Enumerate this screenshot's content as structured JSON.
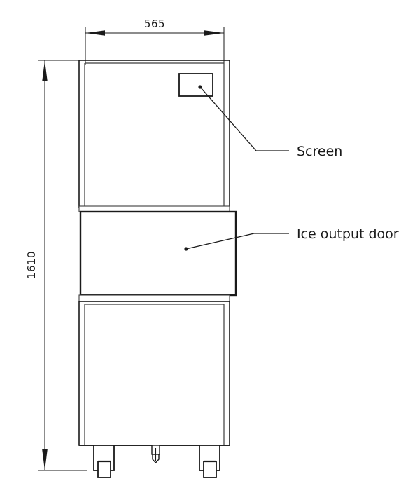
{
  "drawing": {
    "type": "technical-elevation",
    "title": "Ice machine front elevation",
    "dimensions": {
      "width": {
        "value": "565",
        "unit_implied": "mm",
        "orientation": "horizontal",
        "name": "overall-width"
      },
      "height": {
        "value": "1610",
        "unit_implied": "mm",
        "orientation": "vertical-rotated",
        "name": "overall-height"
      }
    },
    "callouts": [
      {
        "label": "Screen",
        "target": "control-display-panel"
      },
      {
        "label": "Ice output door",
        "target": "ice-dispense-door"
      }
    ],
    "components": {
      "top_panel": "upper-cabinet-panel",
      "middle_panel": "ice-output-door-panel",
      "bottom_panel": "lower-cabinet-panel",
      "screen": "screen-rectangle",
      "legs": [
        "left-leg",
        "right-leg"
      ],
      "drain": "center-drain-fitting"
    },
    "colors": {
      "line": "#1a1a1a",
      "thin_line": "#3c3c3c",
      "background": "#ffffff"
    }
  }
}
